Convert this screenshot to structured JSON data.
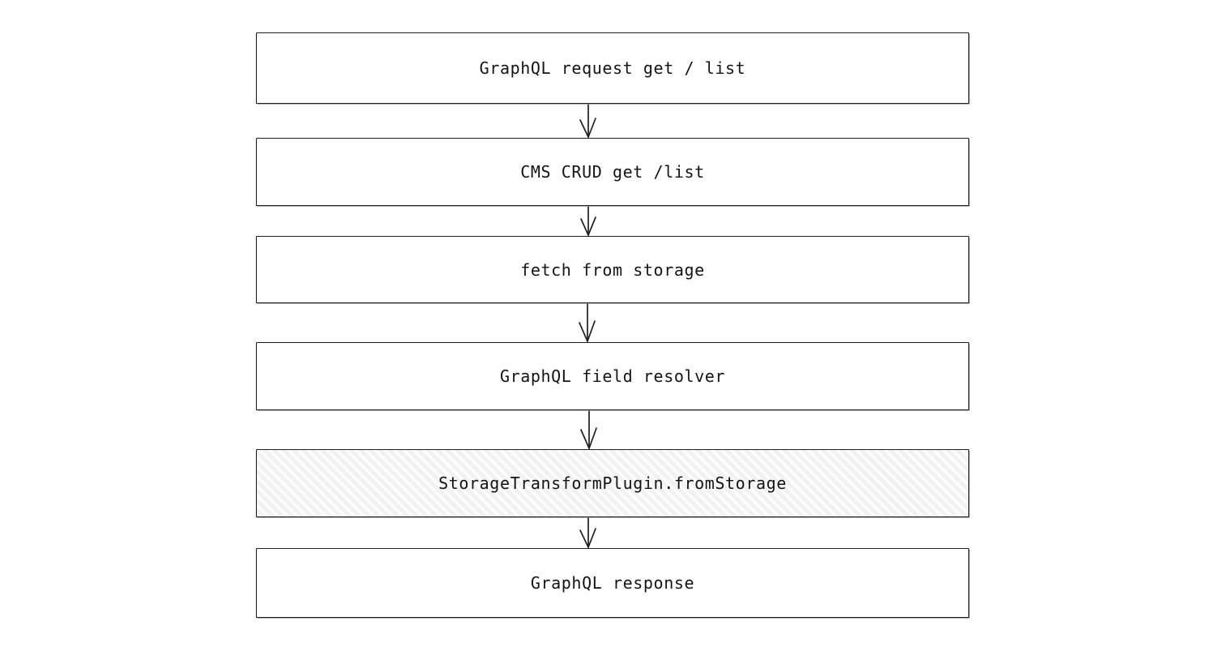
{
  "diagram": {
    "type": "flowchart",
    "direction": "top-to-bottom",
    "style": "hand-drawn-sketch",
    "background_color": "#ffffff",
    "node_border_color": "#1f1f1f",
    "node_fill_color": "#ffffff",
    "highlight_fill_color": "#f2f2f2",
    "text_color": "#141414",
    "nodes": [
      {
        "id": "graphql-request",
        "label": "GraphQL request get / list",
        "highlighted": false
      },
      {
        "id": "cms-crud",
        "label": "CMS CRUD get /list",
        "highlighted": false
      },
      {
        "id": "fetch-storage",
        "label": "fetch from storage",
        "highlighted": false
      },
      {
        "id": "field-resolver",
        "label": "GraphQL field resolver",
        "highlighted": false
      },
      {
        "id": "storage-plugin",
        "label": "StorageTransformPlugin.fromStorage",
        "highlighted": true
      },
      {
        "id": "graphql-response",
        "label": "GraphQL response",
        "highlighted": false
      }
    ],
    "edges": [
      {
        "from": "graphql-request",
        "to": "cms-crud",
        "label": "",
        "arrow": "open-v"
      },
      {
        "from": "cms-crud",
        "to": "fetch-storage",
        "label": "",
        "arrow": "open-v"
      },
      {
        "from": "fetch-storage",
        "to": "field-resolver",
        "label": "",
        "arrow": "open-v"
      },
      {
        "from": "field-resolver",
        "to": "storage-plugin",
        "label": "",
        "arrow": "open-v"
      },
      {
        "from": "storage-plugin",
        "to": "graphql-response",
        "label": "",
        "arrow": "open-v"
      }
    ]
  }
}
